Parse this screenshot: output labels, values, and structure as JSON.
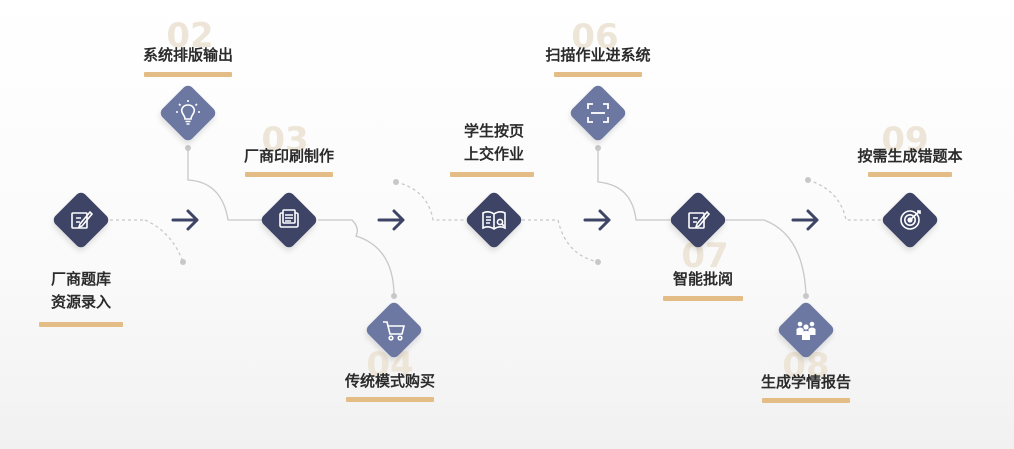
{
  "colors": {
    "node_dark": "#3d4466",
    "node_light": "#6c78a2",
    "underline": "#e4bd86",
    "connector": "#c8c8c8",
    "arrow": "#3d4466"
  },
  "steps": [
    {
      "label": "厂商题库\n资源录入",
      "icon": "edit-icon"
    },
    {
      "label": "系统排版输出",
      "icon": "lightbulb-icon",
      "number": "02"
    },
    {
      "label": "厂商印刷制作",
      "icon": "print-icon",
      "number": "03"
    },
    {
      "label": "传统模式购买",
      "icon": "cart-icon",
      "number": "04"
    },
    {
      "label": "学生按页\n上交作业",
      "icon": "book-search-icon"
    },
    {
      "label": "扫描作业进系统",
      "icon": "scan-icon",
      "number": "06"
    },
    {
      "label": "智能批阅",
      "icon": "edit-icon",
      "number": "07"
    },
    {
      "label": "生成学情报告",
      "icon": "people-icon",
      "number": "08"
    },
    {
      "label": "按需生成错题本",
      "icon": "target-icon",
      "number": "09"
    }
  ]
}
